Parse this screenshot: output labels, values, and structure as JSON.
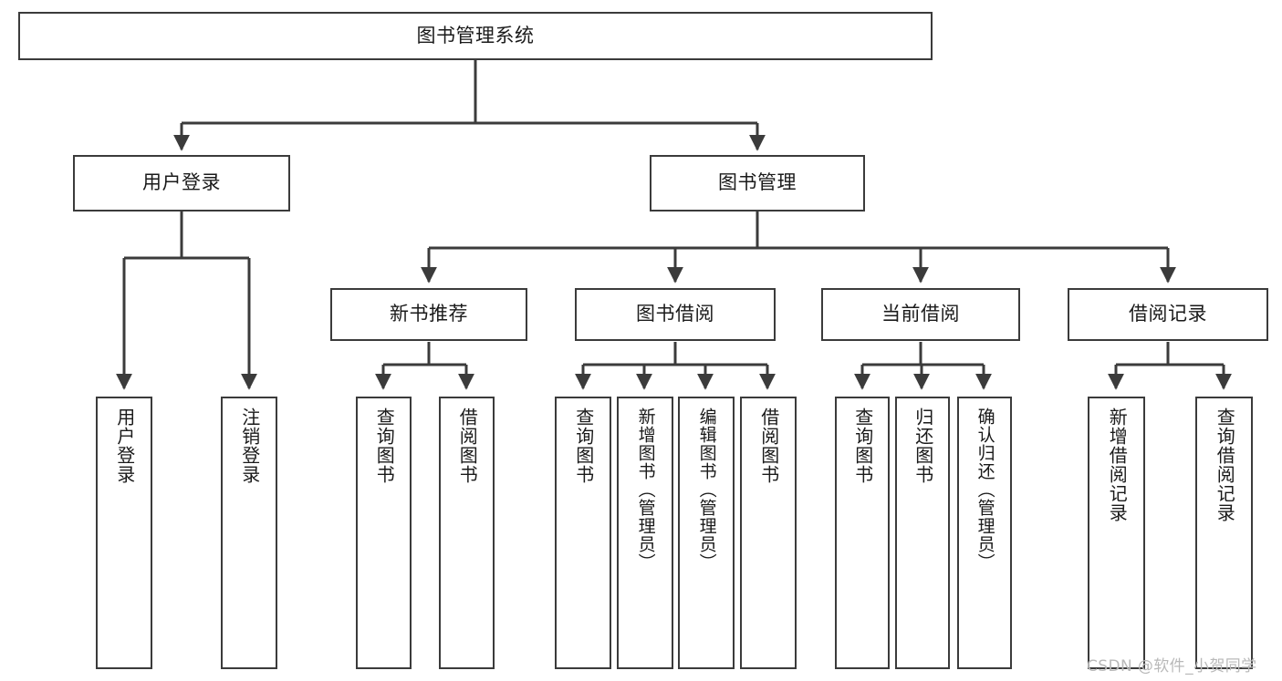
{
  "diagram": {
    "title": "图书管理系统",
    "type": "tree-hierarchy-chart",
    "root": {
      "label": "图书管理系统"
    },
    "level2": [
      {
        "label": "用户登录"
      },
      {
        "label": "图书管理"
      }
    ],
    "level3": [
      {
        "label": "新书推荐"
      },
      {
        "label": "图书借阅"
      },
      {
        "label": "当前借阅"
      },
      {
        "label": "借阅记录"
      }
    ],
    "leaves": {
      "user_login": [
        {
          "label": "用户登录"
        },
        {
          "label": "注销登录"
        }
      ],
      "new_book_recommend": [
        {
          "label": "查询图书"
        },
        {
          "label": "借阅图书"
        }
      ],
      "book_borrow": [
        {
          "label": "查询图书"
        },
        {
          "label": "新增图书（管理员）"
        },
        {
          "label": "编辑图书（管理员）"
        },
        {
          "label": "借阅图书"
        }
      ],
      "current_borrow": [
        {
          "label": "查询图书"
        },
        {
          "label": "归还图书"
        },
        {
          "label": "确认归还（管理员）"
        }
      ],
      "borrow_record": [
        {
          "label": "新增借阅记录"
        },
        {
          "label": "查询借阅记录"
        }
      ]
    }
  },
  "watermark": {
    "text": "CSDN @软件_小贺同学"
  },
  "colors": {
    "stroke": "#3b3b3b",
    "background": "#ffffff",
    "text": "#1a1a1a",
    "watermark": "#b9b9b9"
  }
}
